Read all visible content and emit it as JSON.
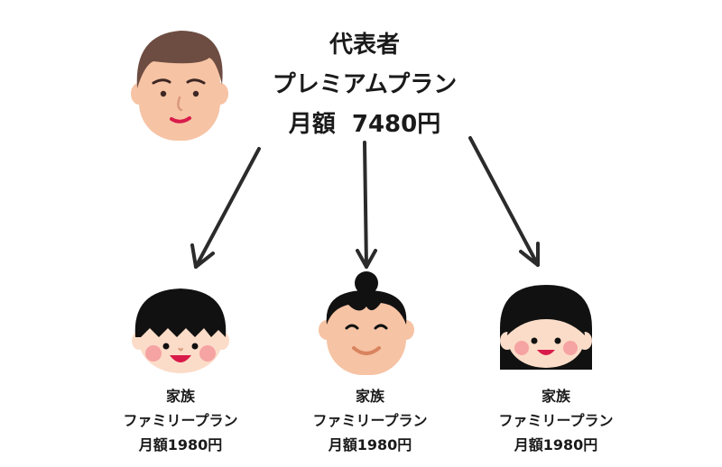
{
  "representative": {
    "role": "代表者",
    "plan": "プレミアムプラン",
    "price": "月額  7480円",
    "icon": "man-face-icon"
  },
  "members": [
    {
      "role": "家族",
      "plan": "ファミリープラン",
      "price": "月額1980円",
      "icon": "boy-face-icon"
    },
    {
      "role": "家族",
      "plan": "ファミリープラン",
      "price": "月額1980円",
      "icon": "woman-face-icon"
    },
    {
      "role": "家族",
      "plan": "ファミリープラン",
      "price": "月額1980円",
      "icon": "girl-face-icon"
    }
  ],
  "colors": {
    "skin": "#f6c3a4",
    "skin_light": "#fbdcc8",
    "hair_brown": "#6d4c41",
    "hair_black": "#111111",
    "cheek": "#f6a3a3",
    "mouth": "#d81b4a",
    "arrow": "#2b2b2b"
  }
}
